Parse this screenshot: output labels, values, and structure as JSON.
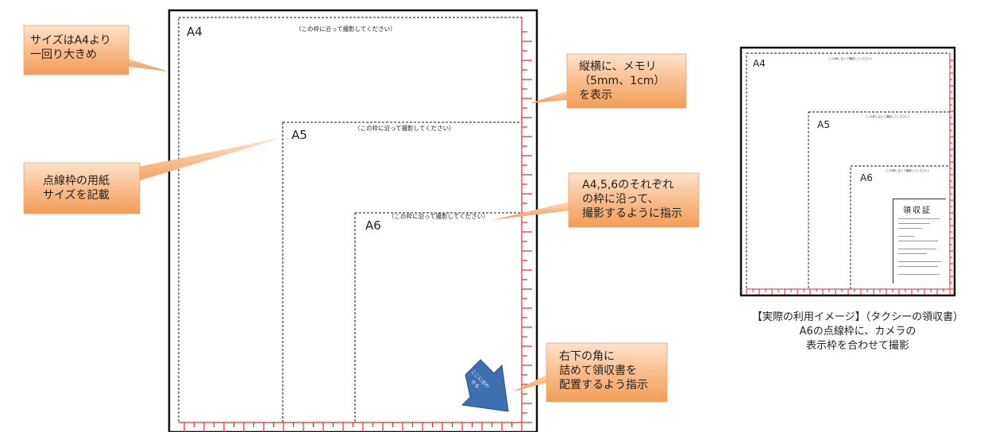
{
  "main_sheet": {
    "a4": {
      "label": "A4",
      "note": "（この枠に沿って撮影してください）"
    },
    "a5": {
      "label": "A5",
      "note": "（この枠に沿って撮影してください）"
    },
    "a6": {
      "label": "A6",
      "note": "（この枠に沿って撮影してください）"
    },
    "corner_arrow_text": "ここに合わせる"
  },
  "callouts": {
    "size": "サイズはA4より\n一回り大きめ",
    "paper_size": "点線枠の用紙\nサイズを記載",
    "ruler": "縦横に、メモリ\n（5mm、1cm）\nを表示",
    "frames": "A4,5,6のそれぞれ\nの枠に沿って、\n撮影するように指示",
    "corner": "右下の角に\n詰めて領収書を\n配置するよう指示"
  },
  "sample": {
    "a4": {
      "label": "A4",
      "note": "（この枠に沿って撮影してください）"
    },
    "a5": {
      "label": "A5",
      "note": "（この枠に沿って撮影してください）"
    },
    "a6": {
      "label": "A6",
      "note": "（この枠に沿って撮影してください）"
    },
    "receipt_title": "領収証",
    "caption_line1": "【実際の利用イメージ】（タクシーの領収書）",
    "caption_line2": "A6の点線枠に、カメラの",
    "caption_line3": "表示枠を合わせて撮影"
  },
  "colors": {
    "callout_top": "#fde1c8",
    "callout_bottom": "#f4a15e",
    "ruler": "#e8262b",
    "arrow": "#3e6fb0"
  }
}
